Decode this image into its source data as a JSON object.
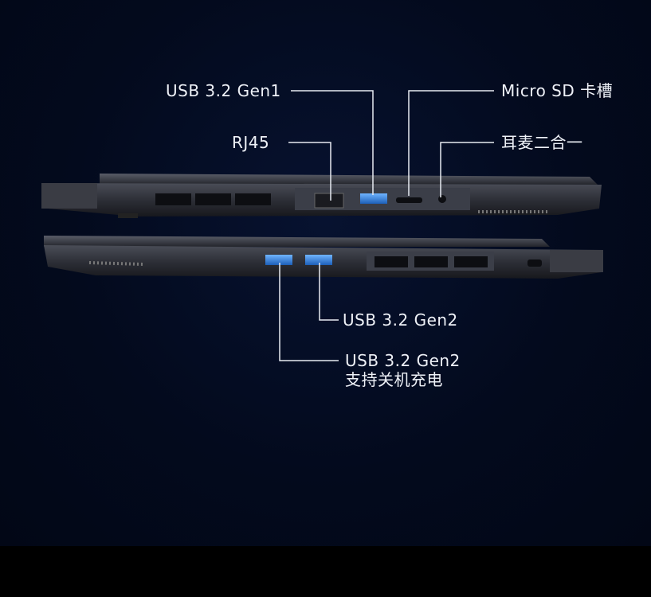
{
  "labels": {
    "usb_gen1": "USB 3.2 Gen1",
    "rj45": "RJ45",
    "micro_sd": "Micro SD 卡槽",
    "audio": "耳麦二合一",
    "usb_gen2": "USB 3.2 Gen2",
    "usb_gen2_charging": "USB 3.2 Gen2",
    "usb_gen2_charging_note": "支持关机充电"
  },
  "colors": {
    "background": "#030a1d",
    "usb_port": "#2a7fd8",
    "line": "#e8ebf2"
  }
}
